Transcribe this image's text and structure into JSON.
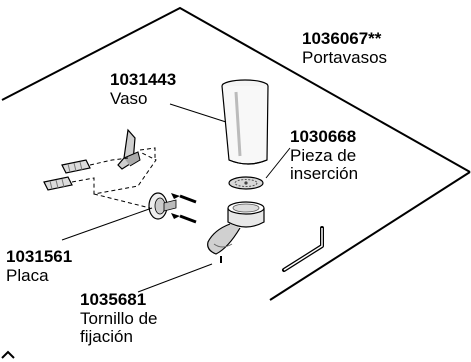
{
  "parts": [
    {
      "id": "portavasos",
      "number": "1036067**",
      "name_lines": [
        "Portavasos"
      ]
    },
    {
      "id": "vaso",
      "number": "1031443",
      "name_lines": [
        "Vaso"
      ]
    },
    {
      "id": "insercion",
      "number": "1030668",
      "name_lines": [
        "Pieza de",
        "inserción"
      ]
    },
    {
      "id": "placa",
      "number": "1031561",
      "name_lines": [
        "Placa"
      ]
    },
    {
      "id": "tornillo",
      "number": "1035681",
      "name_lines": [
        "Tornillo de",
        "fijación"
      ]
    }
  ]
}
